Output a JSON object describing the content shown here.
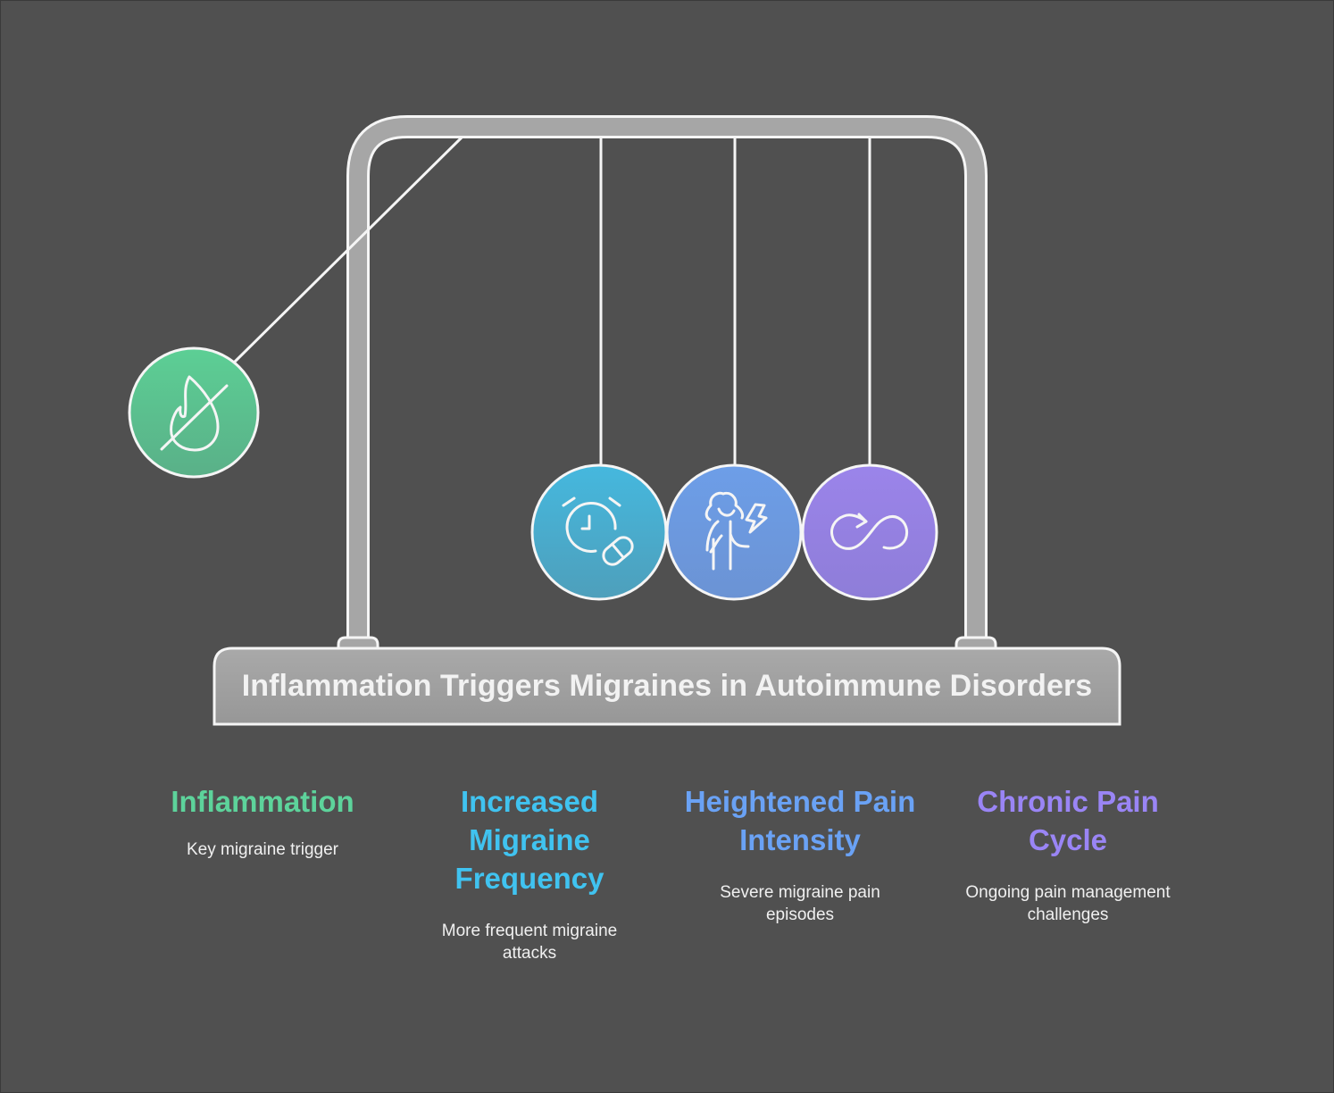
{
  "title": "Inflammation Triggers Migraines in Autoimmune Disorders",
  "colors": {
    "background": "#505050",
    "frame": "#a6a6a6",
    "stroke": "#f5f5f5"
  },
  "balls": [
    {
      "id": "inflammation",
      "icon": "fire-off-icon",
      "color_top": "#5ccf95",
      "color_bottom": "#5ab088"
    },
    {
      "id": "frequency",
      "icon": "alarm-clock-pill-icon",
      "color_top": "#45b8de",
      "color_bottom": "#4e9fbb"
    },
    {
      "id": "intensity",
      "icon": "person-pain-lightning-icon",
      "color_top": "#6d9ee8",
      "color_bottom": "#6b93d4"
    },
    {
      "id": "cycle",
      "icon": "infinity-cycle-icon",
      "color_top": "#9b84ea",
      "color_bottom": "#8e7dd8"
    }
  ],
  "items": [
    {
      "heading": "Inflammation",
      "description": "Key migraine trigger",
      "color": "#5dd39b"
    },
    {
      "heading": "Increased Migraine Frequency",
      "description": "More frequent migraine attacks",
      "color": "#40c3f0"
    },
    {
      "heading": "Heightened Pain Intensity",
      "description": "Severe migraine pain episodes",
      "color": "#6aa2f5"
    },
    {
      "heading": "Chronic Pain Cycle",
      "description": "Ongoing pain management challenges",
      "color": "#9a85f5"
    }
  ]
}
